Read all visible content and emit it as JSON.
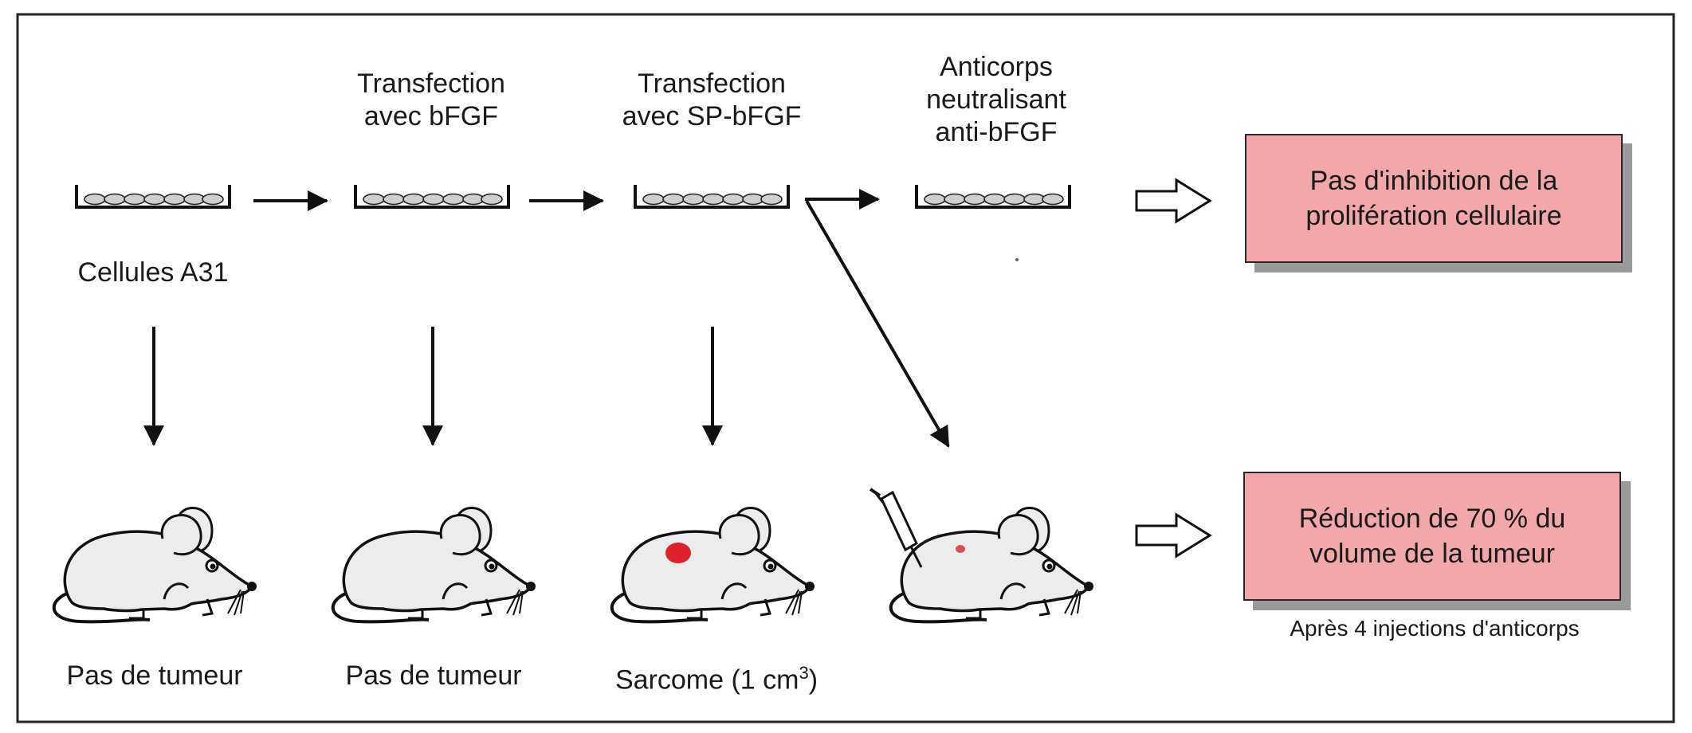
{
  "steps": {
    "step2_line1": "Transfection",
    "step2_line2": "avec bFGF",
    "step3_line1": "Transfection",
    "step3_line2": "avec SP-bFGF",
    "step4_line1": "Anticorps",
    "step4_line2": "neutralisant",
    "step4_line3": "anti-bFGF"
  },
  "cells_label": "Cellules A31",
  "outcomes": {
    "mouse1": "Pas de tumeur",
    "mouse2": "Pas de tumeur",
    "mouse3_text": "Sarcome (1 cm",
    "mouse3_sup": "3",
    "mouse3_close": ")"
  },
  "results": {
    "top_line1": "Pas d'inhibition de la",
    "top_line2": "prolifération cellulaire",
    "bottom_line1": "Réduction de 70 % du",
    "bottom_line2": "volume de la tumeur",
    "bottom_note": "Après 4 injections d'anticorps"
  },
  "colors": {
    "box_fill": "#f2a8aa",
    "tumor": "#e0202a",
    "mouse_fill": "#ececec"
  }
}
